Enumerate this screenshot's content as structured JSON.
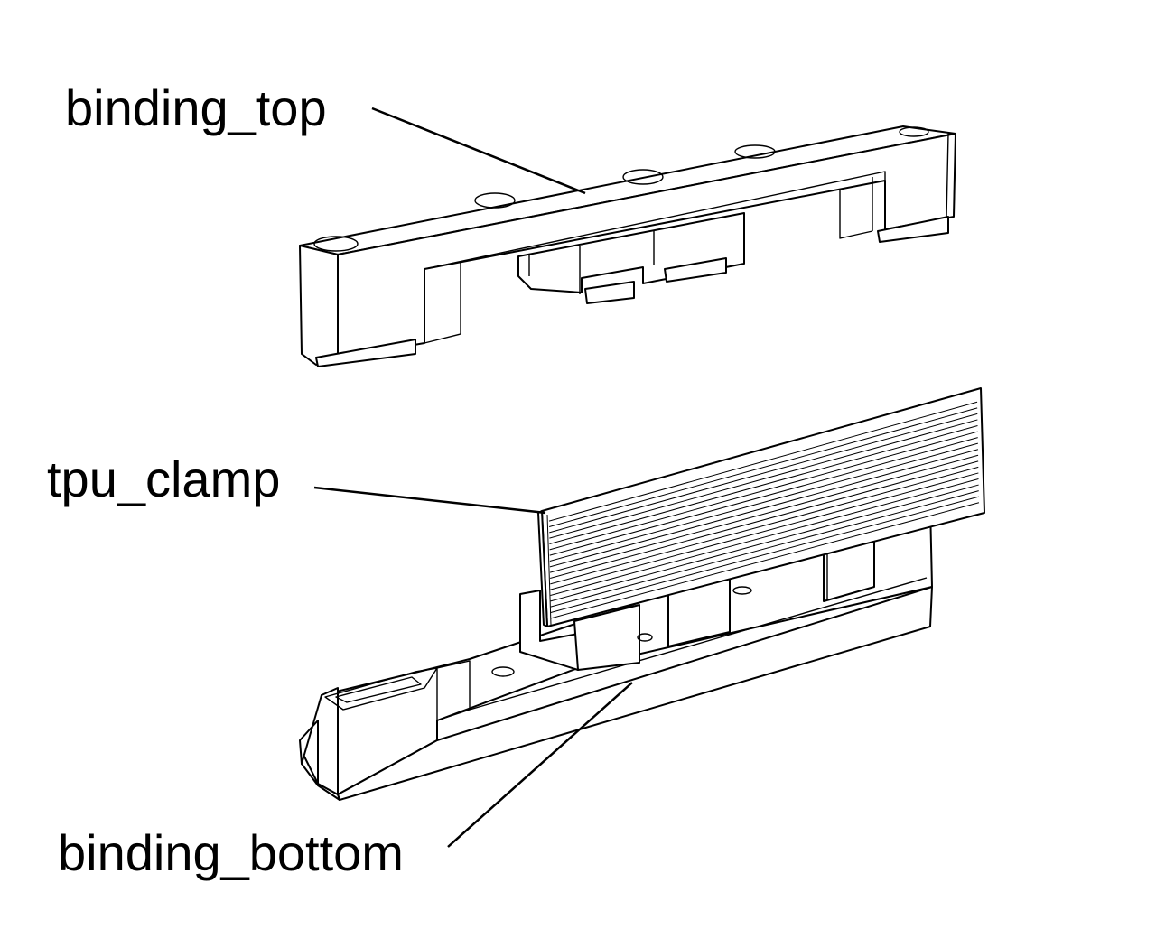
{
  "labels": {
    "binding_top": "binding_top",
    "tpu_clamp": "tpu_clamp",
    "binding_bottom": "binding_bottom"
  },
  "colors": {
    "line": "#000000",
    "background": "#ffffff"
  },
  "tpu_clamp": {
    "rib_count": 18
  },
  "binding_top": {
    "hole_count": 5
  }
}
